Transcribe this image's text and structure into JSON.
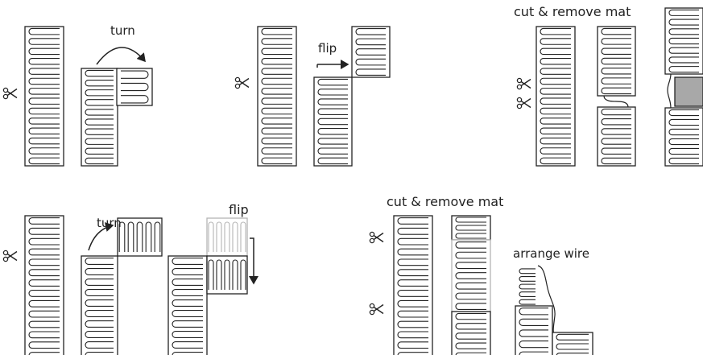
{
  "labels": {
    "turn_1": "turn",
    "flip_1": "flip",
    "cut_remove_1": "cut & remove mat",
    "turn_2": "turn",
    "flip_2": "flip",
    "cut_remove_2": "cut & remove mat",
    "arrange_wire": "arrange wire"
  },
  "colors": {
    "stroke": "#222222",
    "faded": "#b5b5b5",
    "removed_fill": "#a8a8a8",
    "background": "#ffffff"
  },
  "icons": [
    "scissors-icon",
    "turn-arrow-icon",
    "flip-arrow-icon"
  ]
}
